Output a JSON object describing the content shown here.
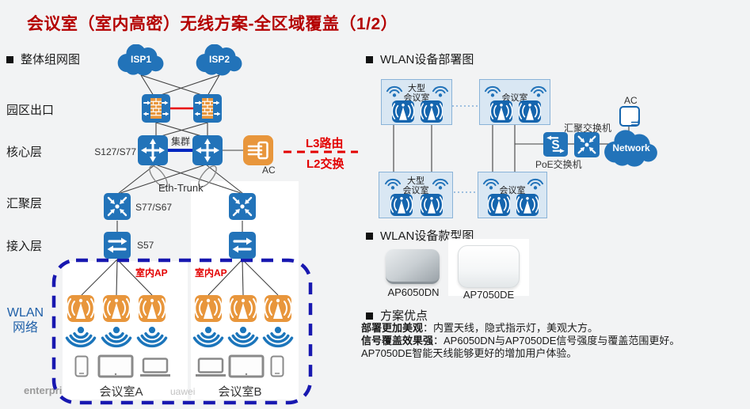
{
  "title": "会议室（室内高密）无线方案-全区域覆盖（1/2）",
  "watermarks": {
    "left": "enterpri",
    "mid": "uawei"
  },
  "topology": {
    "header": "整体组网图",
    "labels": {
      "campus_exit": "园区出口",
      "core_layer": "核心层",
      "agg_layer": "汇聚层",
      "access_layer": "接入层",
      "wlan_line1": "WLAN",
      "wlan_line2": "网络"
    },
    "isp1": "ISP1",
    "isp2": "ISP2",
    "core_model": "S127/S77",
    "cluster": "集群",
    "ac": "AC",
    "l3": "L3路由",
    "l2": "L2交换",
    "eth_trunk": "Eth-Trunk",
    "indoor_ap_a": "室内AP",
    "indoor_ap_b": "室内AP",
    "agg_model": "S77/S67",
    "access_model": "S57",
    "room_a": "会议室A",
    "room_b": "会议室B"
  },
  "deployment": {
    "header": "WLAN设备部署图",
    "boxes": [
      {
        "line1": "大型",
        "line2": "会议室"
      },
      {
        "line1": "",
        "line2": "会议室"
      },
      {
        "line1": "大型",
        "line2": "会议室"
      },
      {
        "line1": "",
        "line2": "会议室"
      }
    ],
    "ac": "AC",
    "agg_switch": "汇聚交换机",
    "poe_switch": "PoE交换机",
    "network": "Network"
  },
  "models": {
    "header": "WLAN设备款型图",
    "items": [
      {
        "name": "AP6050DN"
      },
      {
        "name": "AP7050DE"
      }
    ]
  },
  "advantages": {
    "header": "方案优点",
    "lines": [
      {
        "bold": "部署更加美观",
        "rest": "：内置天线，隐式指示灯，美观大方。"
      },
      {
        "bold": "信号覆盖效果强",
        "rest": "：AP6050DN与AP7050DE信号强度与覆盖范围更好。"
      },
      {
        "bold": "",
        "rest": "AP7050DE智能天线能够更好的增加用户体验。"
      }
    ]
  },
  "colors": {
    "title_red": "#B40000",
    "accent_red": "#E30000",
    "huawei_blue": "#2273B9",
    "ap_orange": "#E8963C",
    "dash_navy": "#1818B0",
    "dep_box_fill": "#D9E7F3",
    "dep_box_border": "#8AB3D8"
  }
}
